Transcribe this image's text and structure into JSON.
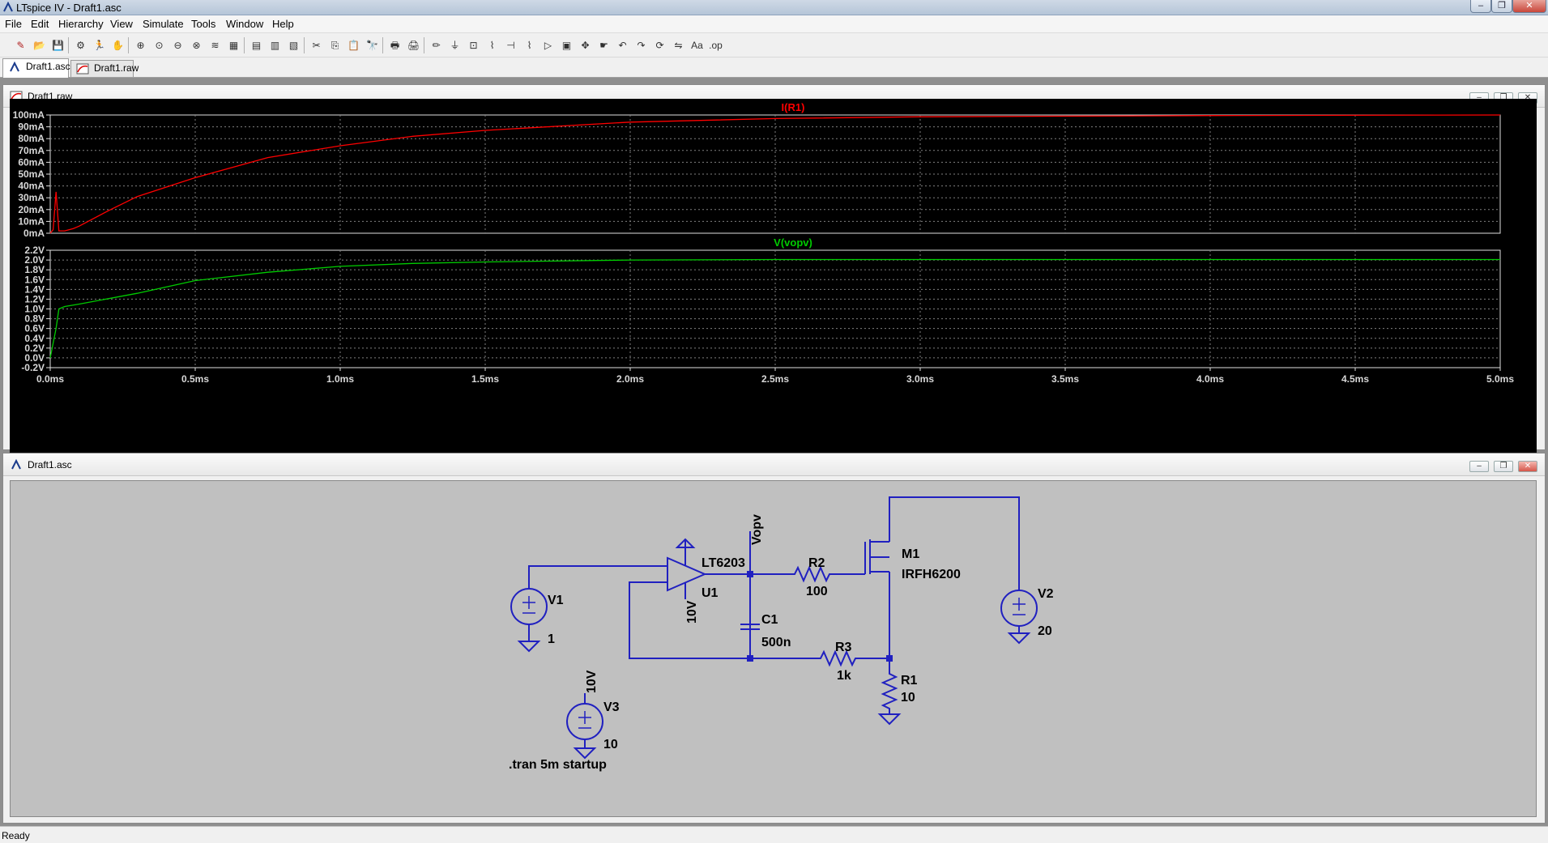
{
  "app": {
    "title": "LTspice IV - Draft1.asc"
  },
  "menu": [
    "File",
    "Edit",
    "Hierarchy",
    "View",
    "Simulate",
    "Tools",
    "Window",
    "Help"
  ],
  "toolbar_icons": [
    "new-schematic-icon",
    "open-icon",
    "save-icon",
    "control-panel-icon",
    "run-icon",
    "halt-icon",
    "zoom-in-icon",
    "zoom-pan-icon",
    "zoom-out-icon",
    "zoom-fit-icon",
    "autorange-icon",
    "fit-icon",
    "tile-horizontal-icon",
    "tile-vertical-icon",
    "cascade-icon",
    "cut-icon",
    "copy-icon",
    "paste-icon",
    "find-icon",
    "print-preview-icon",
    "print-icon",
    "wire-icon",
    "ground-icon",
    "label-icon",
    "resistor-icon",
    "capacitor-icon",
    "inductor-icon",
    "diode-icon",
    "component-icon",
    "move-icon",
    "drag-icon",
    "undo-icon",
    "redo-icon",
    "rotate-icon",
    "mirror-icon",
    "text-icon",
    "spice-directive-icon"
  ],
  "tabs": [
    {
      "label": "Draft1.asc"
    },
    {
      "label": "Draft1.raw"
    }
  ],
  "waveform_window": {
    "title": "Draft1.raw"
  },
  "schematic_window": {
    "title": "Draft1.asc"
  },
  "status": "Ready",
  "chart_data": [
    {
      "type": "line",
      "title": "I(R1)",
      "ylim": [
        0,
        100
      ],
      "yticks": [
        "0mA",
        "10mA",
        "20mA",
        "30mA",
        "40mA",
        "50mA",
        "60mA",
        "70mA",
        "80mA",
        "90mA",
        "100mA"
      ],
      "color": "#ff0000",
      "x": [
        0,
        0.01,
        0.02,
        0.03,
        0.05,
        0.08,
        0.1,
        0.2,
        0.3,
        0.5,
        0.75,
        1.0,
        1.25,
        1.5,
        2.0,
        2.5,
        3.0,
        4.0,
        5.0
      ],
      "y": [
        0,
        3,
        35,
        2,
        2,
        4,
        6,
        19,
        31,
        47,
        64,
        74,
        82,
        87,
        94,
        97,
        98.5,
        99.5,
        100
      ]
    },
    {
      "type": "line",
      "title": "V(vopv)",
      "ylim": [
        -0.2,
        2.2
      ],
      "yticks": [
        "-0.2V",
        "0.0V",
        "0.2V",
        "0.4V",
        "0.6V",
        "0.8V",
        "1.0V",
        "1.2V",
        "1.4V",
        "1.6V",
        "1.8V",
        "2.0V",
        "2.2V"
      ],
      "color": "#00cc00",
      "x": [
        0,
        0.02,
        0.03,
        0.05,
        0.1,
        0.3,
        0.5,
        0.75,
        1.0,
        1.25,
        1.5,
        2.0,
        2.5,
        3.0,
        4.0,
        5.0
      ],
      "y": [
        0,
        0.6,
        1.0,
        1.05,
        1.1,
        1.32,
        1.58,
        1.75,
        1.87,
        1.93,
        1.96,
        2.0,
        2.01,
        2.01,
        2.01,
        2.01
      ]
    }
  ],
  "x_axis": {
    "ticks": [
      "0.0ms",
      "0.5ms",
      "1.0ms",
      "1.5ms",
      "2.0ms",
      "2.5ms",
      "3.0ms",
      "3.5ms",
      "4.0ms",
      "4.5ms",
      "5.0ms"
    ],
    "xlim": [
      0,
      5
    ]
  },
  "schematic": {
    "v1": {
      "name": "V1",
      "value": "1"
    },
    "v2": {
      "name": "V2",
      "value": "20"
    },
    "v3": {
      "name": "V3",
      "value": "10",
      "net": "10V"
    },
    "u1": {
      "name": "U1",
      "part": "LT6203",
      "supply": "10V"
    },
    "net_vopv": "Vopv",
    "r2": {
      "name": "R2",
      "value": "100"
    },
    "r3": {
      "name": "R3",
      "value": "1k"
    },
    "r1": {
      "name": "R1",
      "value": "10"
    },
    "c1": {
      "name": "C1",
      "value": "500n"
    },
    "m1": {
      "name": "M1",
      "part": "IRFH6200"
    },
    "directive": ".tran 5m startup"
  }
}
